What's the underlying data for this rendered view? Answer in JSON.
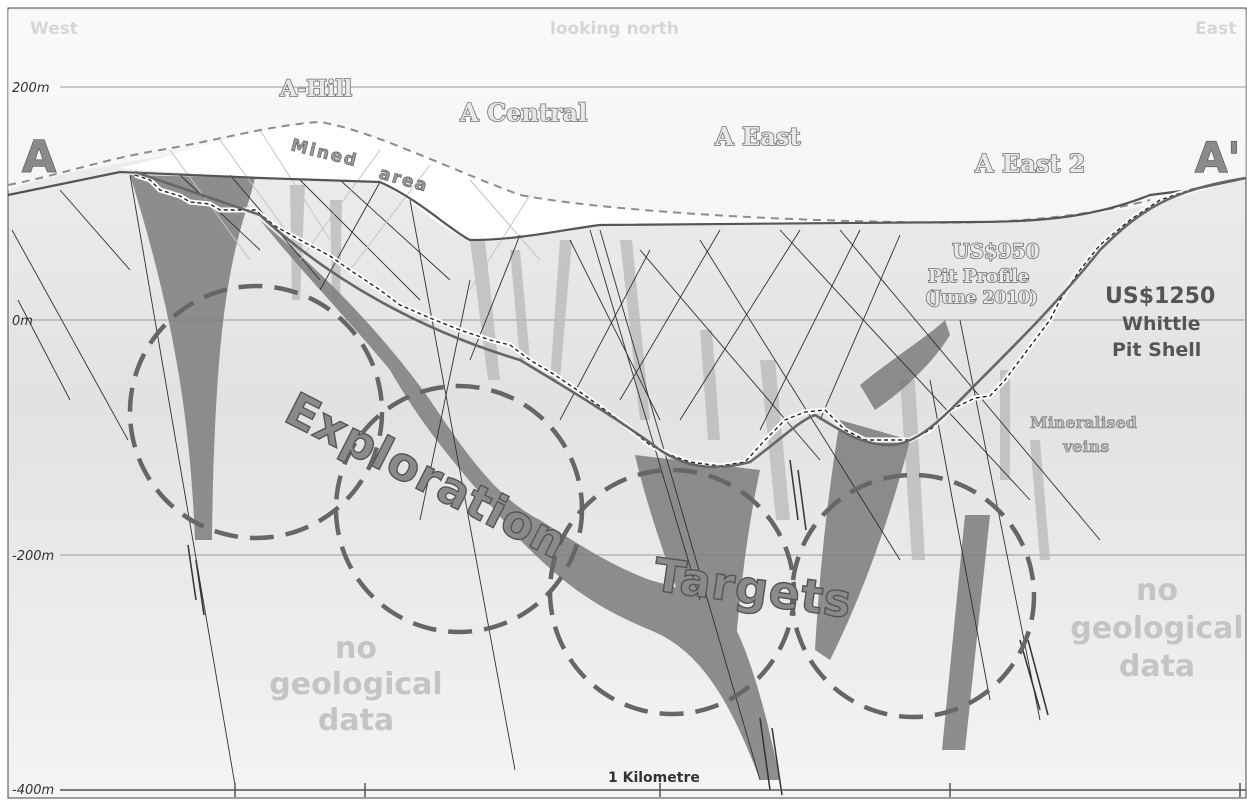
{
  "header": {
    "west": "West",
    "center": "looking north",
    "east": "East"
  },
  "section_endpoints": {
    "start": "A",
    "end": "A'"
  },
  "elevation_labels": [
    "200m",
    "0m",
    "-200m",
    "-400m"
  ],
  "zones": [
    "A-Hill",
    "A Central",
    "A East",
    "A East 2"
  ],
  "mined_area": [
    "Mined",
    "area"
  ],
  "pit_profile": [
    "US$950",
    "Pit Profile",
    "(June 2010)"
  ],
  "whittle_shell": [
    "US$1250",
    "Whittle",
    "Pit Shell"
  ],
  "veins": [
    "Mineralised",
    "veins"
  ],
  "targets": [
    "Exploration",
    "Targets"
  ],
  "no_data_left": [
    "no",
    "geological",
    "data"
  ],
  "no_data_right": [
    "no",
    "geological",
    "data"
  ],
  "scale_label": "1 Kilometre"
}
